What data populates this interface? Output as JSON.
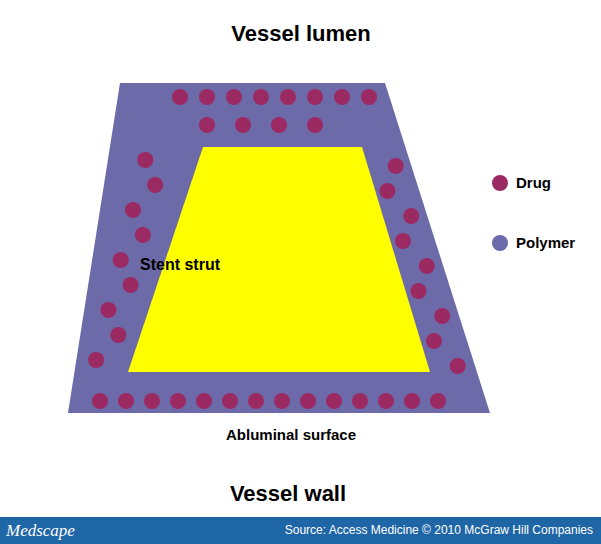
{
  "diagram": {
    "nodes": [
      {
        "text": [
          "Stent strut"
        ]
      }
    ],
    "labels": [
      "Vessel lumen",
      "Abluminal surface",
      "Vessel wall",
      "Medscape",
      "Source: Access Medicine © 2010 McGraw Hill Companies"
    ],
    "legend": [
      {
        "text": "Drug",
        "color": "#9b2a62"
      },
      {
        "text": "Polymer",
        "color": "#6c6aa8"
      }
    ]
  }
}
